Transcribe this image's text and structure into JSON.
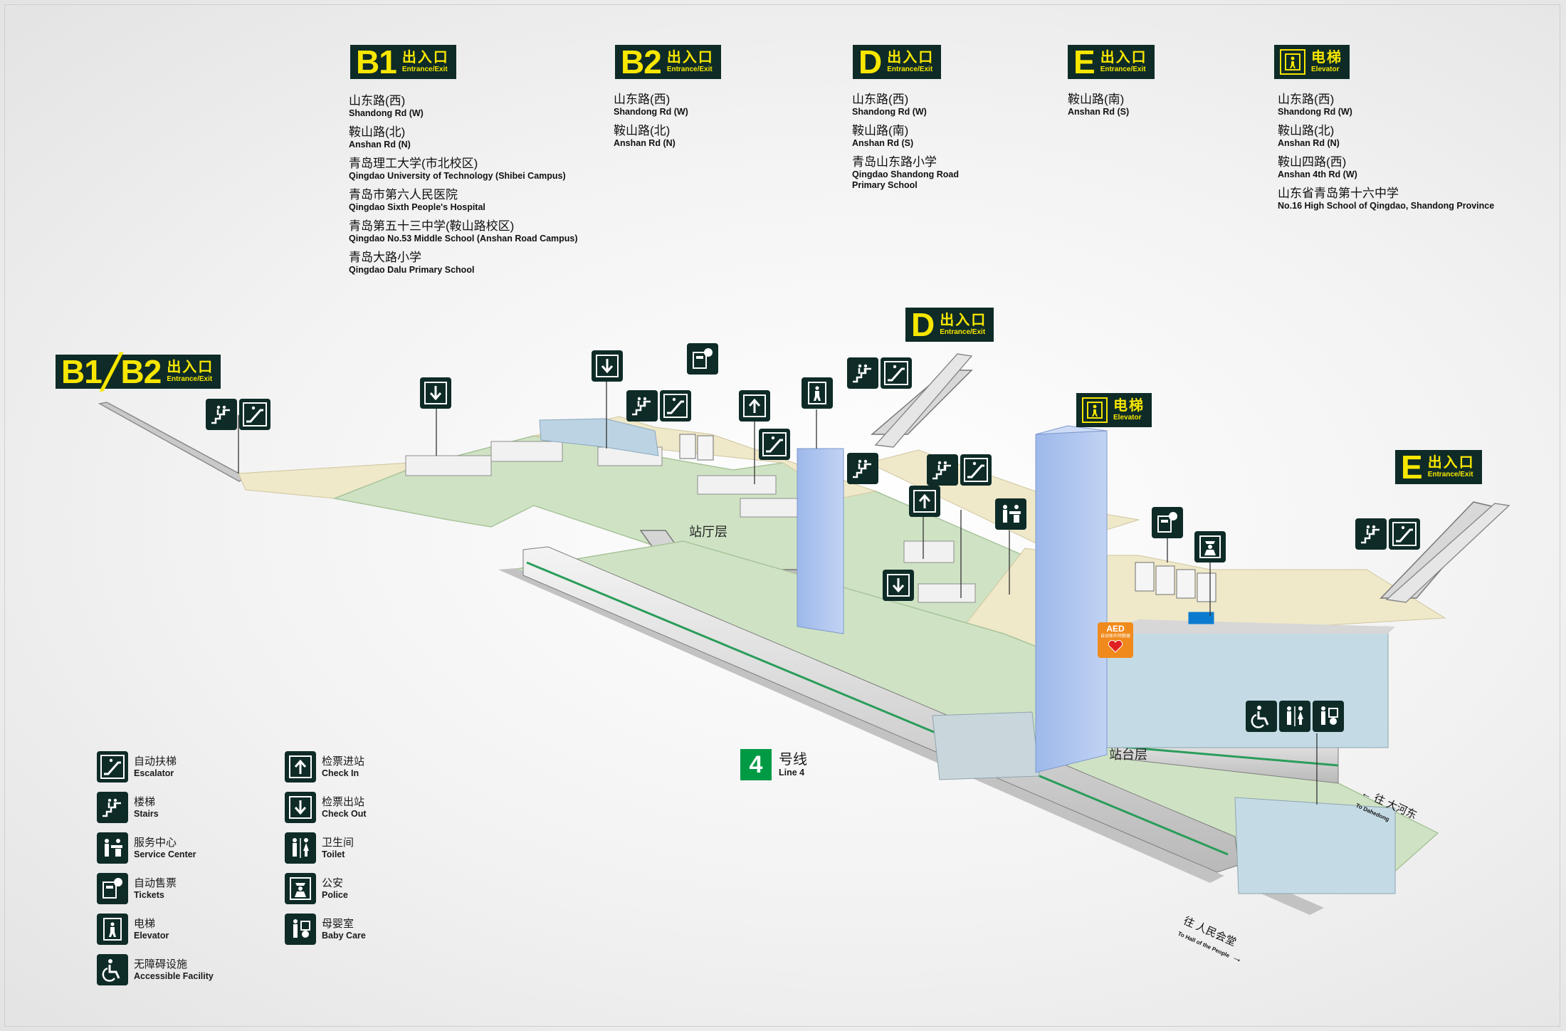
{
  "exits": [
    {
      "code": "B1",
      "cn": "出入口",
      "en": "Entrance/Exit",
      "destinations": [
        {
          "cn": "山东路(西)",
          "en": "Shandong Rd (W)"
        },
        {
          "cn": "鞍山路(北)",
          "en": "Anshan Rd (N)"
        },
        {
          "cn": "青岛理工大学(市北校区)",
          "en": "Qingdao University of Technology (Shibei Campus)"
        },
        {
          "cn": "青岛市第六人民医院",
          "en": "Qingdao Sixth People's Hospital"
        },
        {
          "cn": "青岛第五十三中学(鞍山路校区)",
          "en": "Qingdao No.53 Middle School (Anshan Road Campus)"
        },
        {
          "cn": "青岛大路小学",
          "en": "Qingdao Dalu Primary School"
        }
      ]
    },
    {
      "code": "B2",
      "cn": "出入口",
      "en": "Entrance/Exit",
      "destinations": [
        {
          "cn": "山东路(西)",
          "en": "Shandong Rd (W)"
        },
        {
          "cn": "鞍山路(北)",
          "en": "Anshan Rd (N)"
        }
      ]
    },
    {
      "code": "D",
      "cn": "出入口",
      "en": "Entrance/Exit",
      "destinations": [
        {
          "cn": "山东路(西)",
          "en": "Shandong Rd (W)"
        },
        {
          "cn": "鞍山路(南)",
          "en": "Anshan Rd (S)"
        },
        {
          "cn": "青岛山东路小学",
          "en": "Qingdao Shandong Road Primary School"
        }
      ]
    },
    {
      "code": "E",
      "cn": "出入口",
      "en": "Entrance/Exit",
      "destinations": [
        {
          "cn": "鞍山路(南)",
          "en": "Anshan Rd (S)"
        }
      ]
    },
    {
      "code": "elevator",
      "cn": "电梯",
      "en": "Elevator",
      "destinations": [
        {
          "cn": "山东路(西)",
          "en": "Shandong Rd (W)"
        },
        {
          "cn": "鞍山路(北)",
          "en": "Anshan Rd (N)"
        },
        {
          "cn": "鞍山四路(西)",
          "en": "Anshan 4th Rd (W)"
        },
        {
          "cn": "山东省青岛第十六中学",
          "en": "No.16 High School of Qingdao, Shandong Province"
        }
      ]
    }
  ],
  "map": {
    "b1b2_badge": {
      "code": "B1╱B2",
      "cn": "出入口",
      "en": "Entrance/Exit"
    },
    "d_badge": {
      "code": "D",
      "cn": "出入口",
      "en": "Entrance/Exit"
    },
    "e_badge": {
      "code": "E",
      "cn": "出入口",
      "en": "Entrance/Exit"
    },
    "elevator_badge": {
      "cn": "电梯",
      "en": "Elevator"
    },
    "concourse_label": "站厅层",
    "platform_label": "站台层",
    "line": {
      "num": "4",
      "cn": "号线",
      "en": "Line 4"
    },
    "aed": {
      "title": "AED",
      "sub": "自动体外除颤器"
    },
    "dir_dahedong": {
      "cn": "往 大河东",
      "en": "To Dahedong"
    },
    "dir_hall": {
      "cn": "往 人民会堂",
      "en": "To Hall of the People"
    }
  },
  "legend": [
    {
      "icon": "escalator-icon",
      "cn": "自动扶梯",
      "en": "Escalator"
    },
    {
      "icon": "stairs-icon",
      "cn": "楼梯",
      "en": "Stairs"
    },
    {
      "icon": "service-center-icon",
      "cn": "服务中心",
      "en": "Service Center"
    },
    {
      "icon": "tickets-icon",
      "cn": "自动售票",
      "en": "Tickets"
    },
    {
      "icon": "elevator-icon",
      "cn": "电梯",
      "en": "Elevator"
    },
    {
      "icon": "accessible-icon",
      "cn": "无障碍设施",
      "en": "Accessible Facility"
    },
    {
      "icon": "check-in-icon",
      "cn": "检票进站",
      "en": "Check In"
    },
    {
      "icon": "check-out-icon",
      "cn": "检票出站",
      "en": "Check Out"
    },
    {
      "icon": "toilet-icon",
      "cn": "卫生间",
      "en": "Toilet"
    },
    {
      "icon": "police-icon",
      "cn": "公安",
      "en": "Police"
    },
    {
      "icon": "baby-care-icon",
      "cn": "母婴室",
      "en": "Baby Care"
    }
  ],
  "colors": {
    "sign_bg": "#0e2b27",
    "sign_text": "#f7e600",
    "line4": "#009a44",
    "concourse": "#cfe3c4",
    "corridor": "#efe8c9",
    "elevator_shaft": "#a9c3ef",
    "aed": "#f08a1c"
  }
}
